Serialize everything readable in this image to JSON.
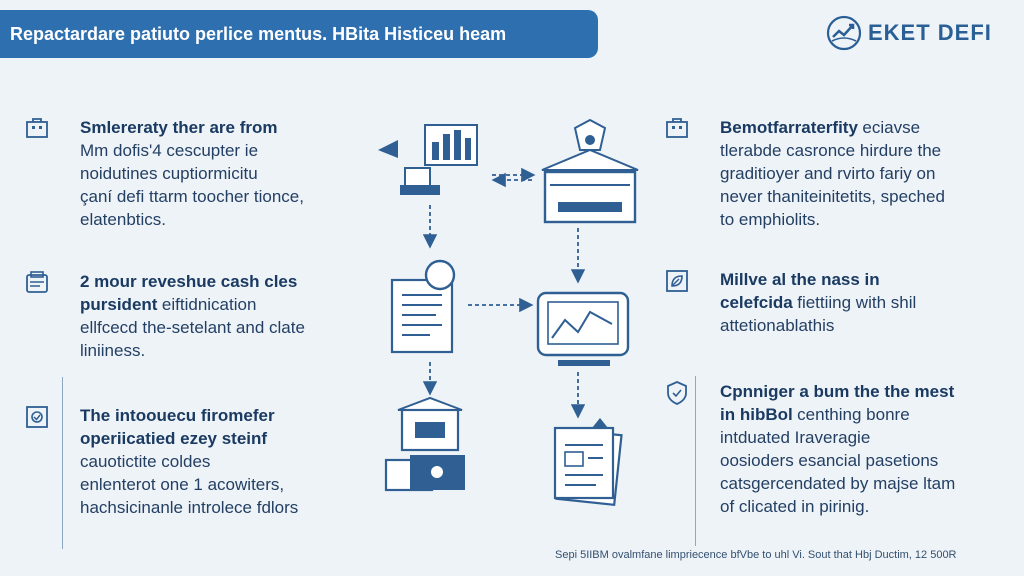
{
  "header": {
    "title": "Repactardare patiuto perlice mentus. HBita Histiceu heam",
    "logo_text": "EKET DEFI",
    "logo_icon": "globe-chart-icon"
  },
  "left_blocks": [
    {
      "icon": "briefcase-icon",
      "heading_lines": [
        "Smlereraty ther are from"
      ],
      "body_lines": [
        "Mm dofis'4 cescupter ie",
        "noidutines cuptiormicitu",
        "çaní defi ttarm toocher tionce,",
        "elatenbtics."
      ]
    },
    {
      "icon": "wallet-icon",
      "heading_lines": [
        "2 mour reveshue cash cles",
        "pursident"
      ],
      "body_lines": [
        "eiftidnication",
        "ellfcecd the-setelant and clate",
        "liniiness."
      ]
    },
    {
      "icon": "badge-icon",
      "heading_lines": [
        "The intoouecu firomefer",
        "operiicatied ezey steinf"
      ],
      "body_lines": [
        "cauotictite coldes",
        "enlenterot one 1 acowiters,",
        "hachsicinanle introlece fdlors"
      ]
    }
  ],
  "right_blocks": [
    {
      "icon": "briefcase-icon",
      "heading_lines": [
        "Bemotfarraterfity"
      ],
      "body_lines": [
        "eciavse",
        "tlerabde casronce hirdure the",
        "graditioyer and rvirto fariy on",
        "never thaniteinitetits, speched",
        "to emphiolits."
      ]
    },
    {
      "icon": "leaf-icon",
      "heading_lines": [
        "Millve al the nass in",
        "celefcida"
      ],
      "body_lines": [
        "fiettiing with shil",
        "attetionablathis"
      ]
    },
    {
      "icon": "shield-icon",
      "heading_lines": [
        "Cpnniger a bum the the mest",
        "in hibBol"
      ],
      "body_lines": [
        "centhing bonre",
        "intduated Iraveragie",
        "oosioders esancial pasetions",
        "catsgercendated by majse ltam",
        "of clicated in pirinig."
      ]
    }
  ],
  "diagram_nodes": [
    {
      "icon": "ledger-chart-icon"
    },
    {
      "icon": "bank-building-icon"
    },
    {
      "icon": "document-icon"
    },
    {
      "icon": "trading-screen-icon"
    },
    {
      "icon": "exchange-terminal-icon"
    },
    {
      "icon": "report-stack-icon"
    }
  ],
  "footer": {
    "text": "Sepi 5IIBM ovalmfane limpriecence bfVbe to uhl Vi. Sout that Hbj Ductim, 12 500R"
  },
  "colors": {
    "banner": "#2e6fb0",
    "text": "#1f3f66",
    "icon": "#2f5f93",
    "background": "#eef3f8"
  }
}
